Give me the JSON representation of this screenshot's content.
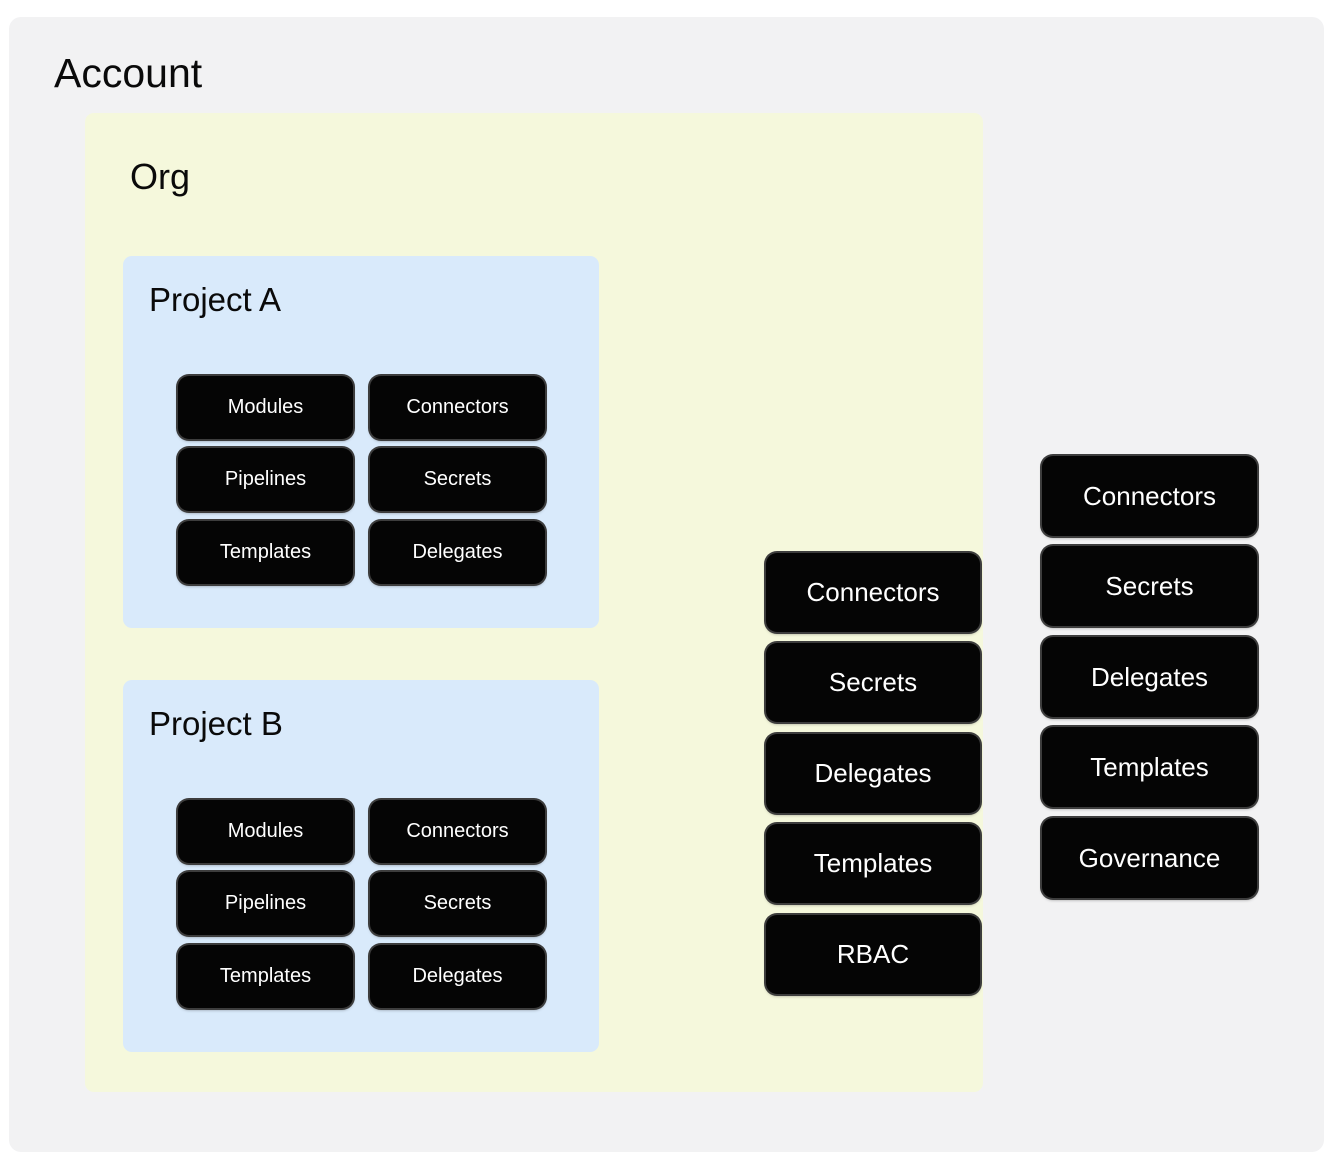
{
  "diagram": {
    "type": "nested-scope-hierarchy",
    "background_color": "#f2f2f3",
    "page_color": "#ffffff"
  },
  "account": {
    "title": "Account",
    "color": "#f2f2f3",
    "resources": [
      {
        "label": "Connectors"
      },
      {
        "label": "Secrets"
      },
      {
        "label": "Delegates"
      },
      {
        "label": "Templates"
      },
      {
        "label": "Governance"
      }
    ]
  },
  "org": {
    "title": "Org",
    "color": "#f5f8dc",
    "resources": [
      {
        "label": "Connectors"
      },
      {
        "label": "Secrets"
      },
      {
        "label": "Delegates"
      },
      {
        "label": "Templates"
      },
      {
        "label": "RBAC"
      }
    ]
  },
  "projects": [
    {
      "title": "Project A",
      "color": "#d9eafb",
      "columns": [
        [
          {
            "label": "Modules"
          },
          {
            "label": "Pipelines"
          },
          {
            "label": "Templates"
          }
        ],
        [
          {
            "label": "Connectors"
          },
          {
            "label": "Secrets"
          },
          {
            "label": "Delegates"
          }
        ]
      ]
    },
    {
      "title": "Project B",
      "color": "#d9eafb",
      "columns": [
        [
          {
            "label": "Modules"
          },
          {
            "label": "Pipelines"
          },
          {
            "label": "Templates"
          }
        ],
        [
          {
            "label": "Connectors"
          },
          {
            "label": "Secrets"
          },
          {
            "label": "Delegates"
          }
        ]
      ]
    }
  ],
  "chip_style": {
    "fill": "#050505",
    "text_color": "#ffffff",
    "outline": "#3d3d3d"
  }
}
